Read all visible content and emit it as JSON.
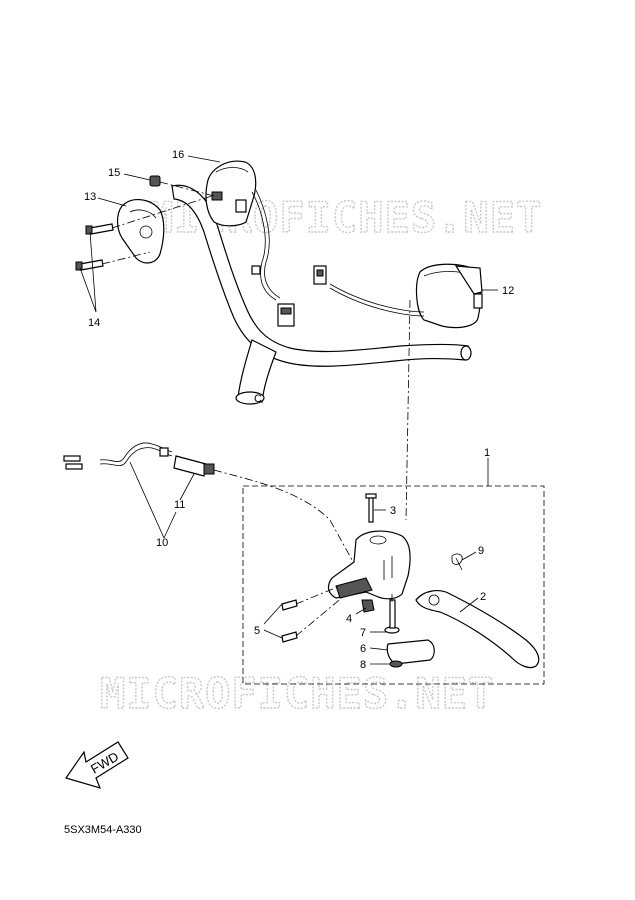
{
  "watermark": {
    "text_top": "MICROFICHES.NET",
    "text_bottom": "MICROFICHES.NET"
  },
  "callouts": {
    "c1": "1",
    "c2": "2",
    "c3": "3",
    "c4": "4",
    "c5": "5",
    "c6": "6",
    "c7": "7",
    "c8": "8",
    "c9": "9",
    "c10": "10",
    "c11": "11",
    "c12": "12",
    "c13": "13",
    "c14": "14",
    "c15": "15",
    "c16": "16"
  },
  "fwd_label": "FWD",
  "diagram_code": "5SX3M54-A330",
  "colors": {
    "line": "#000000",
    "watermark": "#c8c8c8",
    "background": "#ffffff"
  }
}
